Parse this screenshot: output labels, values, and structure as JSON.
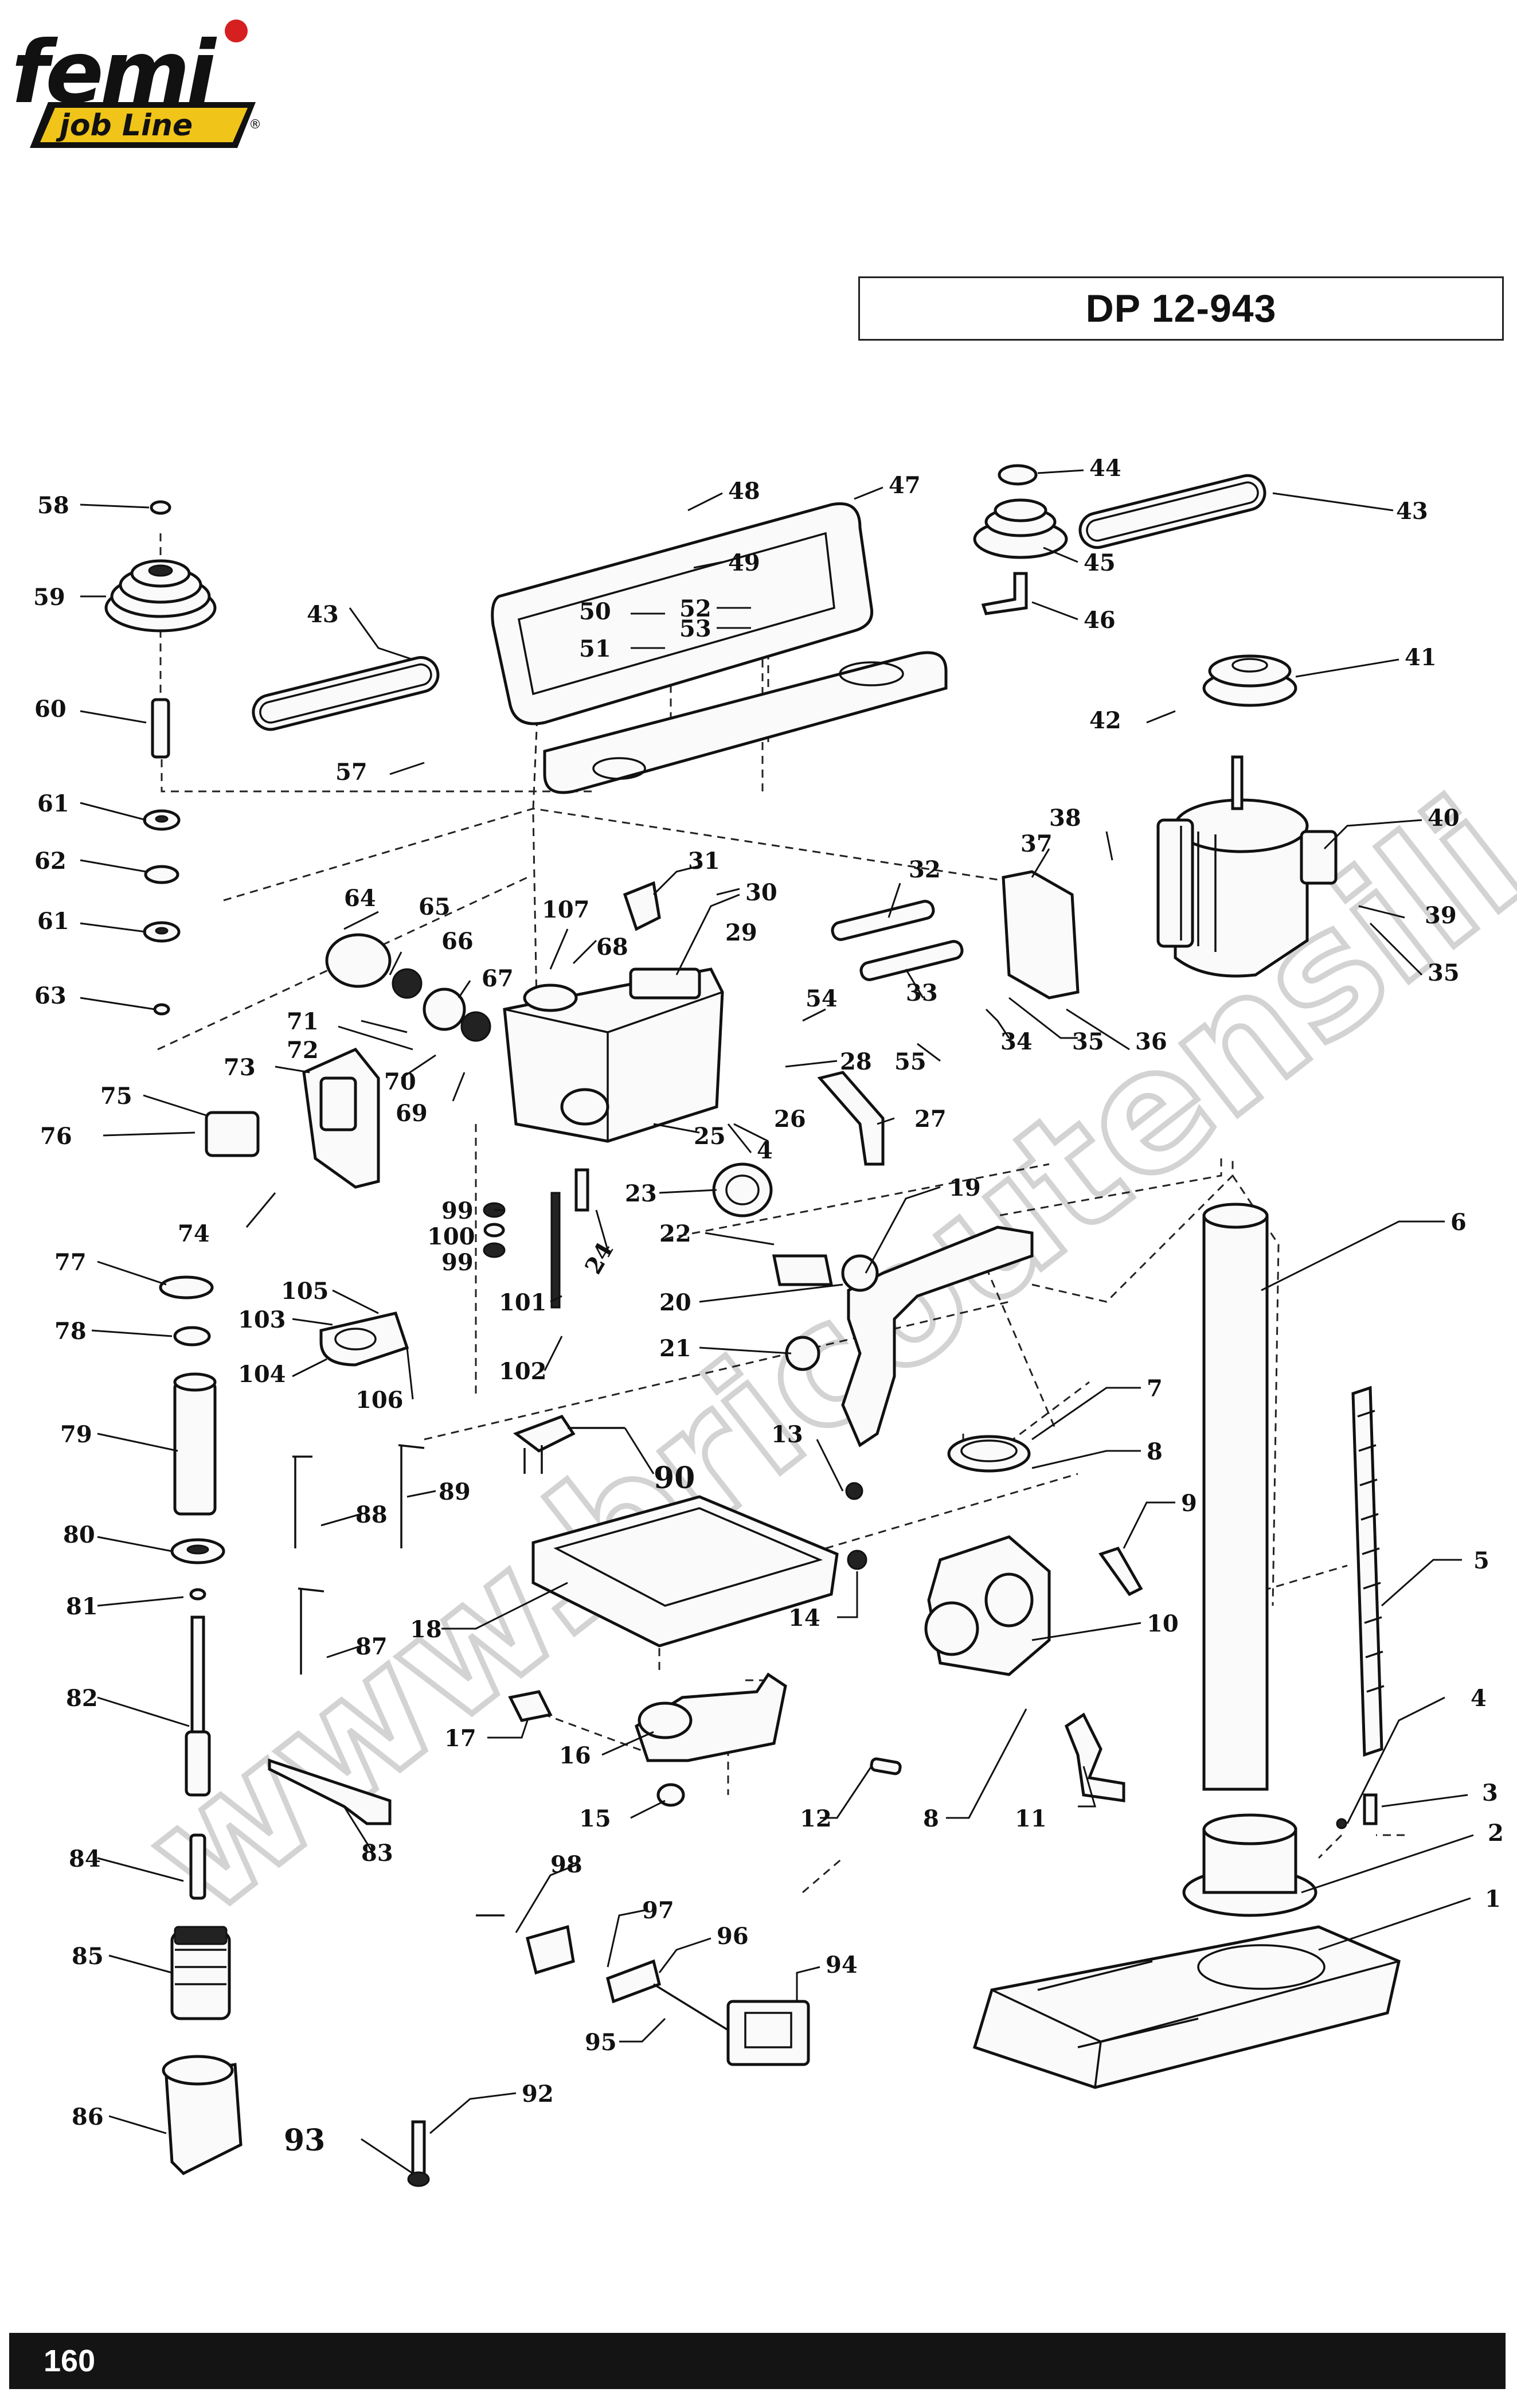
{
  "brand": {
    "logo_text": "femi",
    "logo_subtext": "job Line",
    "registered_mark": "®"
  },
  "model": "DP 12-943",
  "page_number": "160",
  "watermark": "www.bricoutensili.com",
  "colors": {
    "logo_red": "#d62020",
    "logo_yellow": "#f0c419",
    "footer_bar": "#141414"
  },
  "part_labels": [
    "1",
    "2",
    "3",
    "4",
    "4",
    "5",
    "6",
    "7",
    "8",
    "8",
    "9",
    "10",
    "11",
    "12",
    "13",
    "14",
    "15",
    "16",
    "17",
    "18",
    "19",
    "20",
    "21",
    "22",
    "23",
    "24",
    "25",
    "26",
    "27",
    "28",
    "29",
    "30",
    "31",
    "32",
    "33",
    "34",
    "35",
    "35",
    "36",
    "37",
    "38",
    "39",
    "40",
    "41",
    "42",
    "43",
    "43",
    "44",
    "45",
    "46",
    "47",
    "48",
    "49",
    "50",
    "51",
    "52",
    "53",
    "54",
    "55",
    "57",
    "58",
    "59",
    "60",
    "61",
    "61",
    "62",
    "63",
    "64",
    "65",
    "66",
    "67",
    "68",
    "69",
    "70",
    "71",
    "72",
    "73",
    "74",
    "75",
    "76",
    "77",
    "78",
    "79",
    "80",
    "81",
    "82",
    "83",
    "84",
    "85",
    "86",
    "87",
    "88",
    "89",
    "90",
    "92",
    "93",
    "94",
    "95",
    "96",
    "97",
    "98",
    "99",
    "99",
    "100",
    "101",
    "102",
    "103",
    "104",
    "105",
    "106",
    "107"
  ]
}
